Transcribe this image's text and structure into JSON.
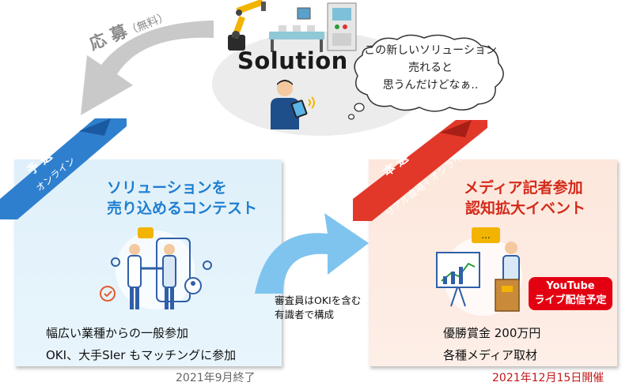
{
  "top": {
    "apply_label": "応 募",
    "apply_note": "（無料）",
    "solution_label": "Solution",
    "thought_bubble": [
      "この新しいソリューション",
      "売れると",
      "思うんだけどなぁ.."
    ]
  },
  "preliminary": {
    "ribbon_main": "予 選",
    "ribbon_sub": "オンライン",
    "title_line1": "ソリューションを",
    "title_line2": "売り込めるコンテスト",
    "line1": "幅広い業種からの一般参加",
    "line2": "OKI、大手SIer もマッチングに参加",
    "status": "2021年9月終了"
  },
  "judging": {
    "line1": "審査員はOKIを含む",
    "line2": "有識者で構成"
  },
  "final": {
    "ribbon_main": "本 選",
    "ribbon_sub": "リアル会場＋オンライン",
    "title_line1": "メディア記者参加",
    "title_line2": "認知拡大イベント",
    "line1": "優勝賞金 200万円",
    "line2": "各種メディア取材",
    "status": "2021年12月15日開催",
    "youtube_line1": "YouTube",
    "youtube_line2": "ライブ配信予定"
  },
  "colors": {
    "blue_accent": "#1e7ed0",
    "red_accent": "#d42b1b",
    "youtube_red": "#e30011",
    "ribbon_blue": "#2f7fcf",
    "ribbon_red": "#e2382a"
  }
}
